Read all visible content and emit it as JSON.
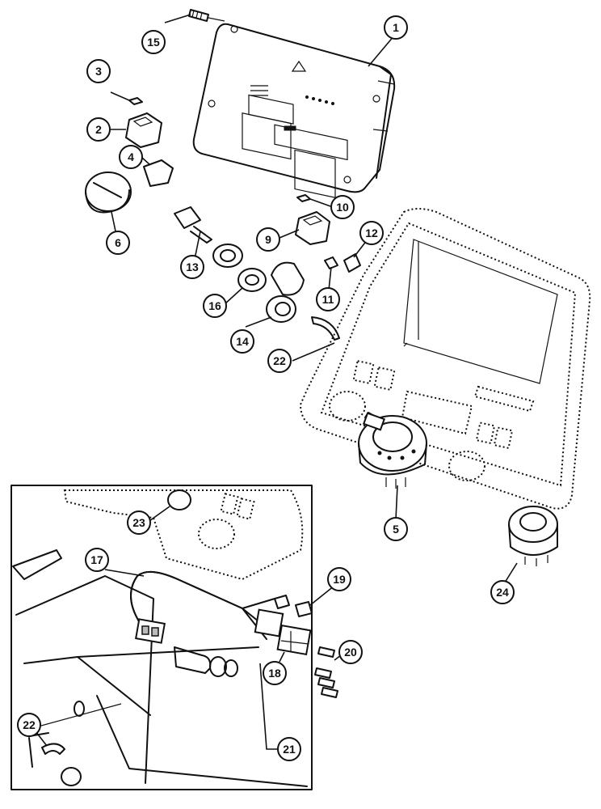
{
  "callouts": [
    {
      "label": "1"
    },
    {
      "label": "2"
    },
    {
      "label": "3"
    },
    {
      "label": "4"
    },
    {
      "label": "5"
    },
    {
      "label": "6"
    },
    {
      "label": "9"
    },
    {
      "label": "10"
    },
    {
      "label": "11"
    },
    {
      "label": "12"
    },
    {
      "label": "13"
    },
    {
      "label": "14"
    },
    {
      "label": "15"
    },
    {
      "label": "16"
    },
    {
      "label": "17"
    },
    {
      "label": "18"
    },
    {
      "label": "19"
    },
    {
      "label": "20"
    },
    {
      "label": "21"
    },
    {
      "label": "22"
    },
    {
      "label": "22"
    },
    {
      "label": "23"
    },
    {
      "label": "24"
    }
  ]
}
